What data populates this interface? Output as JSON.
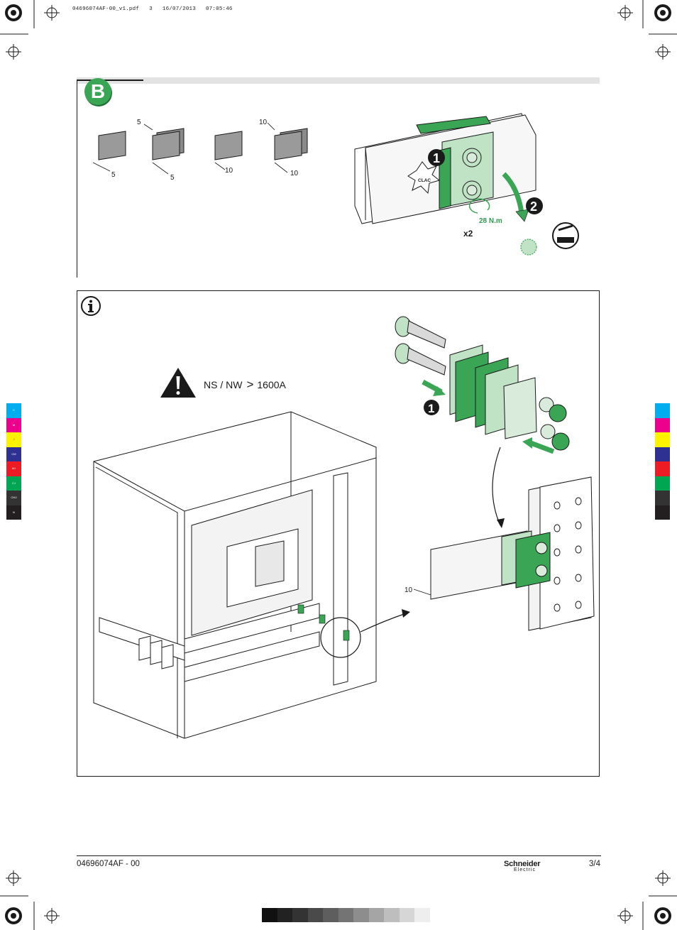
{
  "header": {
    "file_slug": "04696074AF-00_v1.pdf   3   16/07/2013   07:05:46"
  },
  "section_b": {
    "badge": "B",
    "shim_dimensions": [
      "5",
      "5",
      "5",
      "10",
      "10",
      "10"
    ],
    "step_1": "1",
    "step_2": "2",
    "clac": "CLAC",
    "torque": "28 N.m",
    "quantity": "x2"
  },
  "info_section": {
    "warning_label": "NS / NW",
    "warning_operator": ">",
    "warning_value": "1600A",
    "step_1": "1",
    "bar_dimension": "10"
  },
  "footer": {
    "document_code": "04696074AF - 00",
    "brand_name": "Schneider",
    "brand_sub": "Electric",
    "page_number": "3/4"
  },
  "colors": {
    "accent_green": "#3aa655",
    "light_green": "#bfe3c4",
    "dark_green": "#1f6d33"
  },
  "color_bar_labels": [
    "C",
    "M",
    "J",
    "CM",
    "MJ",
    "CJ",
    "CMJ",
    "N"
  ],
  "color_bar": [
    "#00aeef",
    "#ec008c",
    "#fff200",
    "#2e3192",
    "#ed1c24",
    "#00a651",
    "#333333",
    "#231f20"
  ],
  "gray_bar": [
    "#111111",
    "#222222",
    "#333333",
    "#4a4a4a",
    "#5e5e5e",
    "#747474",
    "#8d8d8d",
    "#a5a5a5",
    "#bebebe",
    "#d6d6d6",
    "#eeeeee"
  ]
}
